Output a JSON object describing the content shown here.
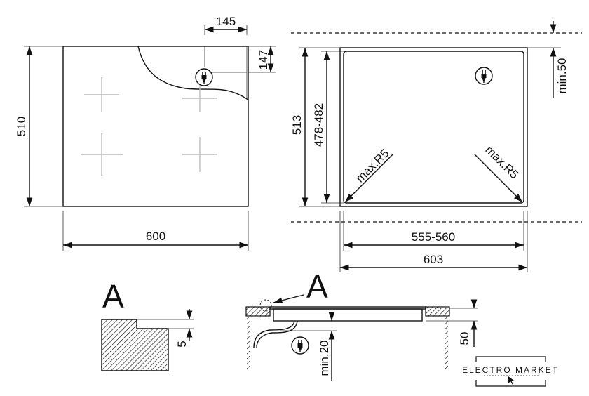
{
  "top_view": {
    "width_label": "600",
    "depth_label": "510",
    "plug_offset_x_label": "145",
    "plug_offset_y_label": "147"
  },
  "cutout_view": {
    "outer_depth_label": "513",
    "inner_depth_label": "478-482",
    "clearance_label": "min.50",
    "radius_left_label": "max.R5",
    "radius_right_label": "max.R5",
    "inner_width_label": "555-560",
    "outer_width_label": "603"
  },
  "detail_a": {
    "title": "A",
    "step_label": "5"
  },
  "section_view": {
    "detail_ref_label": "A",
    "height_label": "50",
    "clearance_label": "min.20"
  },
  "watermark": {
    "text": "ELECTRO MARKET"
  }
}
